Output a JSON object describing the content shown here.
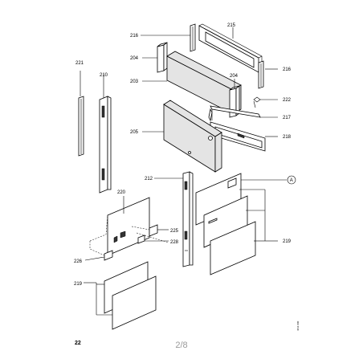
{
  "labels": {
    "l216a": "216",
    "l215": "215",
    "l204a": "204",
    "l216b": "216",
    "l221": "221",
    "l210": "210",
    "l203": "203",
    "l204b": "204",
    "l222": "222",
    "l217": "217",
    "l205": "205",
    "l218": "218",
    "l212": "212",
    "lA": "A",
    "l220": "220",
    "l225": "225",
    "l228": "228",
    "l219a": "219",
    "l226": "226",
    "l219b": "219"
  },
  "page_number": "22",
  "page_indicator": "2/8",
  "side_code": "4611 000"
}
